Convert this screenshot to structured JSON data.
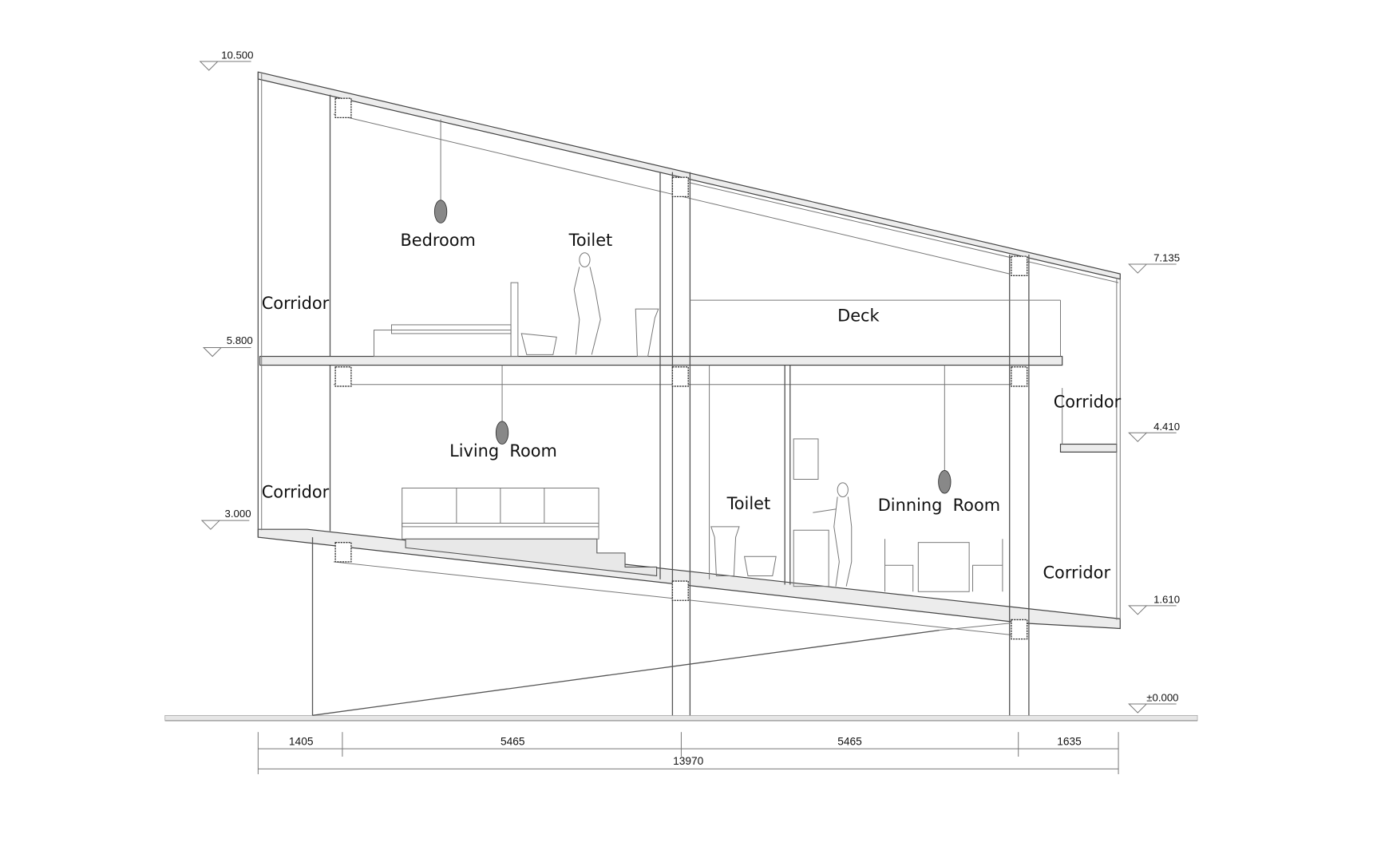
{
  "drawing": {
    "type": "architectural section",
    "rooms": {
      "bedroom": "Bedroom",
      "toilet_upper": "Toilet",
      "corridor_upper_left": "Corridor",
      "deck": "Deck",
      "living_room": "Living  Room",
      "corridor_lower_left": "Corridor",
      "toilet_lower": "Toilet",
      "dining_room": "Dinning  Room",
      "corridor_right_upper": "Corridor",
      "corridor_right_lower": "Corridor"
    },
    "levels": {
      "roof_high": "10.500",
      "roof_low": "7.135",
      "upper_floor": "5.800",
      "right_mezzanine": "4.410",
      "lower_floor": "3.000",
      "right_lower": "1.610",
      "ground": "±0.000"
    },
    "dimensions": {
      "segments": [
        "1405",
        "5465",
        "5465",
        "1635"
      ],
      "total": "13970"
    },
    "colors": {
      "line": "#555555",
      "slab_fill": "#ececec",
      "text": "#111111",
      "background": "#ffffff"
    }
  }
}
